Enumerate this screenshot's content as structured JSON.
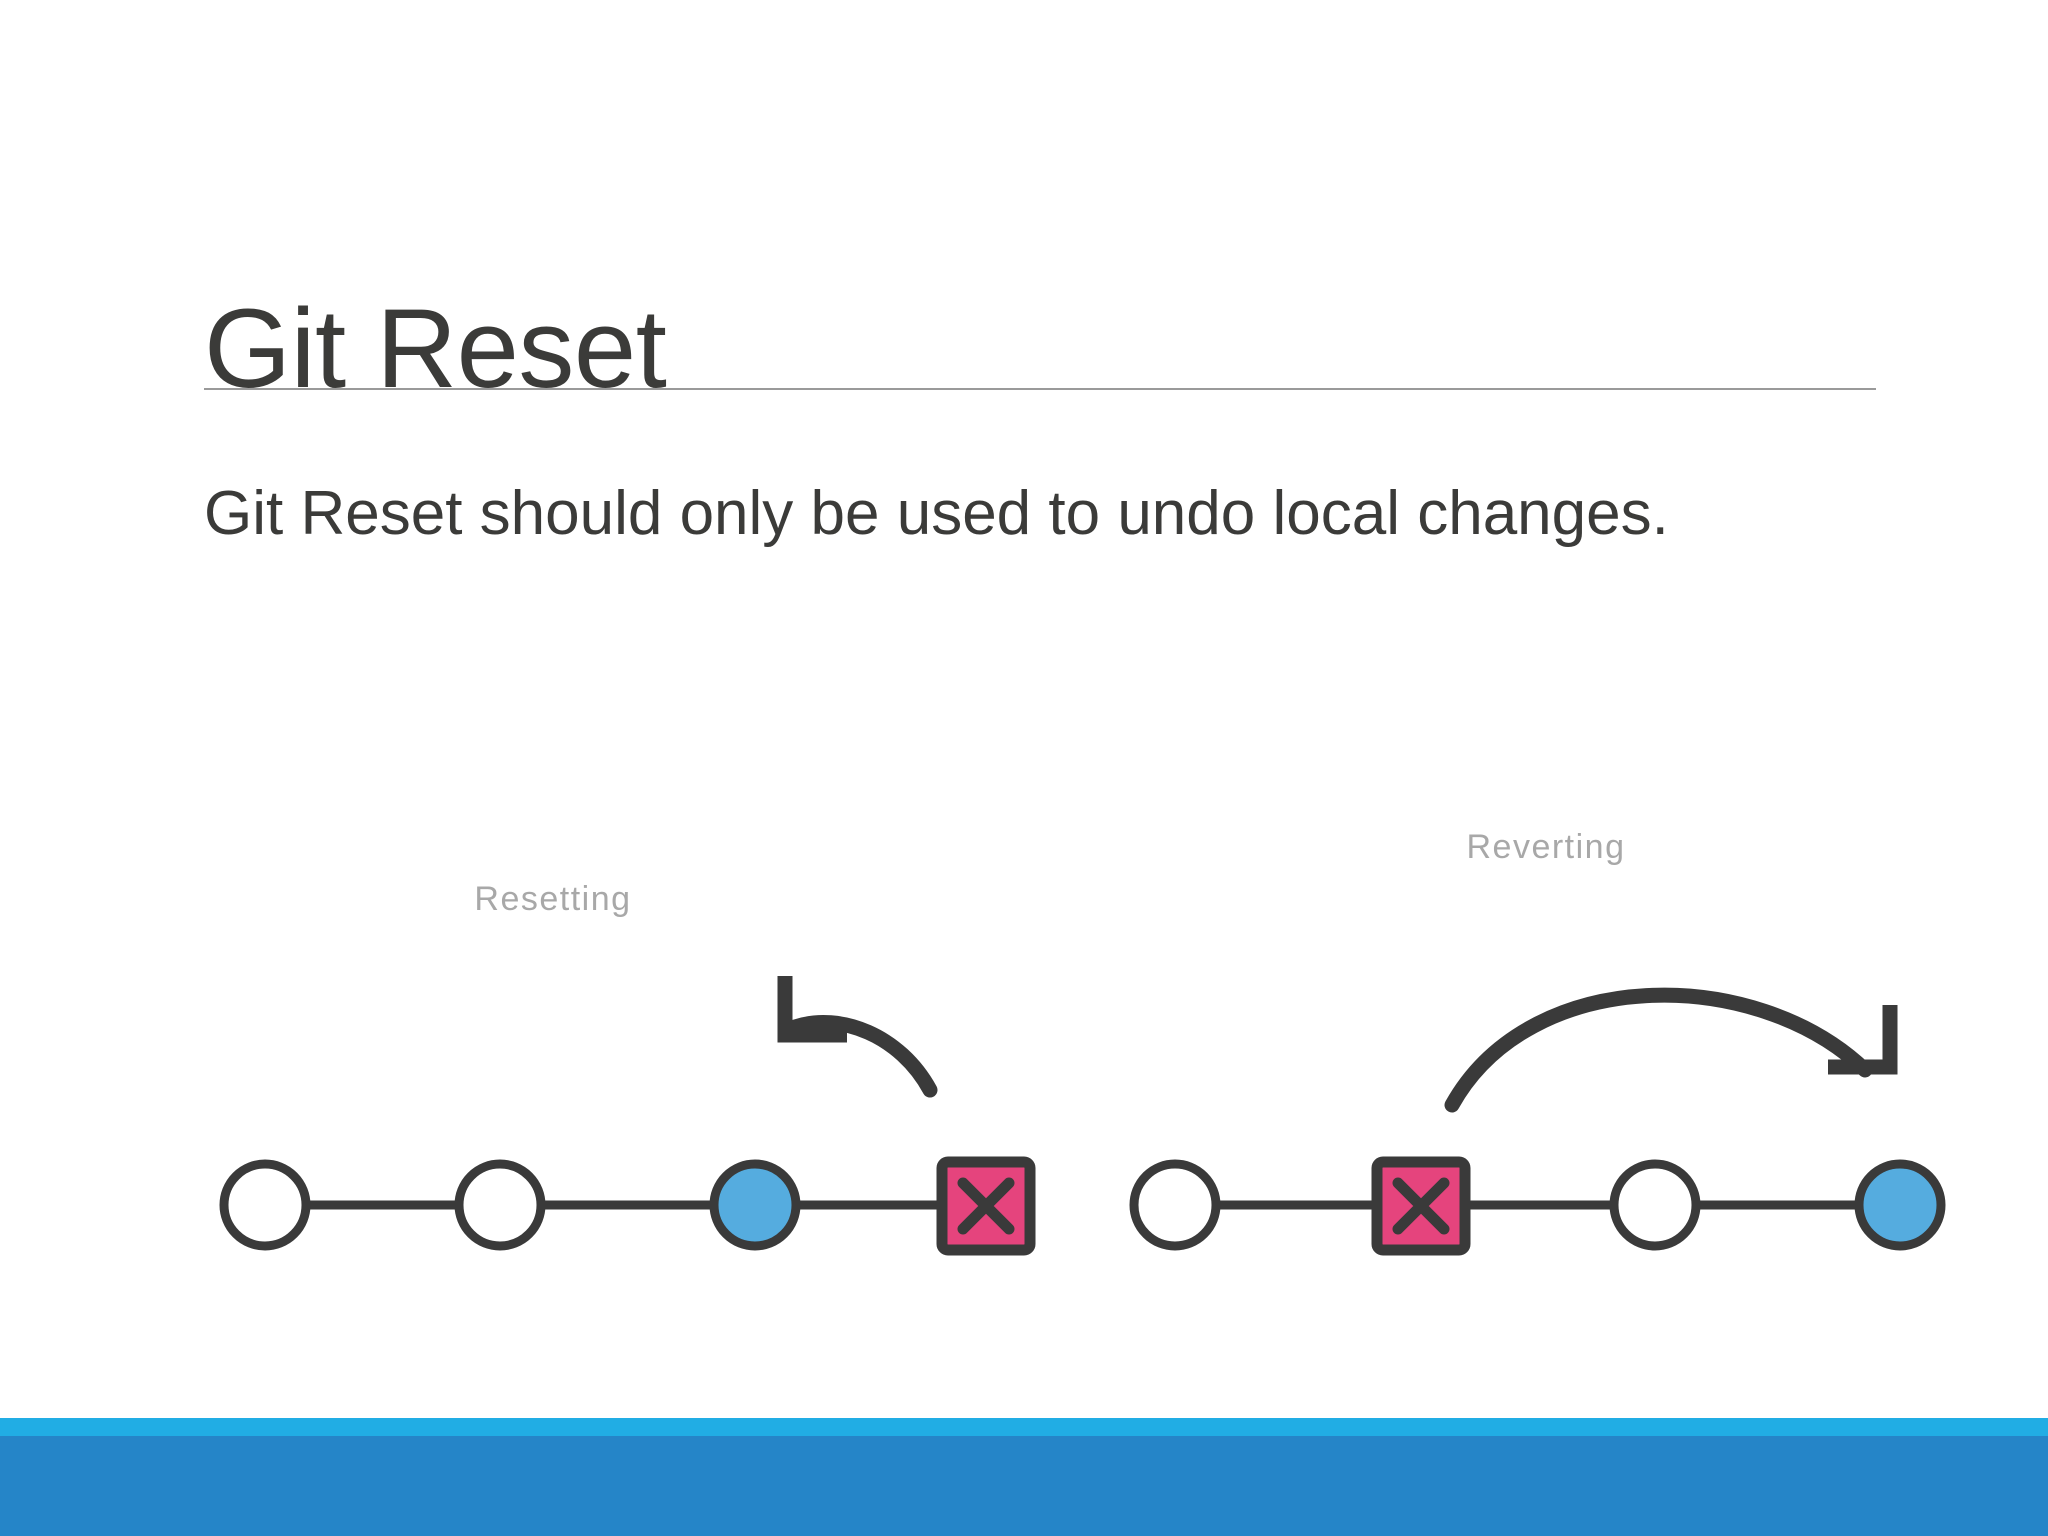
{
  "slide": {
    "title": "Git Reset",
    "body": "Git Reset should only be used to undo local changes."
  },
  "diagram": {
    "resetting": {
      "label": "Resetting",
      "nodes": [
        {
          "type": "circle",
          "fill": "white"
        },
        {
          "type": "circle",
          "fill": "white"
        },
        {
          "type": "circle",
          "fill": "blue"
        },
        {
          "type": "square-x",
          "fill": "pink"
        }
      ],
      "arrow": {
        "direction": "left",
        "style": "short-curved"
      }
    },
    "reverting": {
      "label": "Reverting",
      "nodes": [
        {
          "type": "circle",
          "fill": "white"
        },
        {
          "type": "square-x",
          "fill": "pink"
        },
        {
          "type": "circle",
          "fill": "white"
        },
        {
          "type": "circle",
          "fill": "blue"
        }
      ],
      "arrow": {
        "direction": "right",
        "style": "long-curved"
      }
    }
  },
  "colors": {
    "title_text": "#3b3b39",
    "body_text": "#3b3b39",
    "divider": "#9a9a9a",
    "diagram_stroke": "#3a3a3a",
    "node_blue": "#55acdf",
    "node_pink": "#e5447d",
    "node_white": "#ffffff",
    "label_gray": "#a8a8a8",
    "footer_light": "#21ade4",
    "footer_dark": "#2585c8",
    "background": "#ffffff"
  }
}
